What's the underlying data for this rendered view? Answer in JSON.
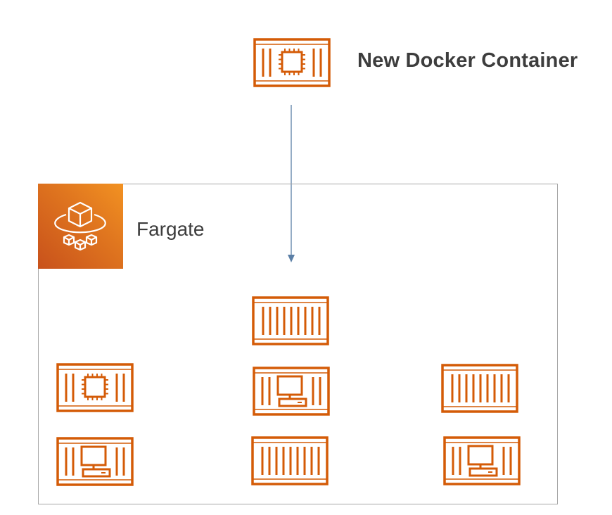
{
  "title": "New Docker Container",
  "fargate": {
    "label": "Fargate",
    "logo_icon": "fargate-icon"
  },
  "colors": {
    "container_orange": "#d45b07",
    "fargate_gradient_start": "#c8511b",
    "fargate_gradient_end": "#f29222",
    "arrow": "#5b7fa6",
    "box_border": "#a6a6a6",
    "text": "#3d3d3d"
  },
  "containers": [
    {
      "id": "new",
      "kind": "chip"
    },
    {
      "id": "top-center",
      "kind": "empty"
    },
    {
      "id": "mid-left",
      "kind": "chip"
    },
    {
      "id": "mid-center",
      "kind": "monitor"
    },
    {
      "id": "mid-right",
      "kind": "empty"
    },
    {
      "id": "bottom-left",
      "kind": "monitor"
    },
    {
      "id": "bottom-center",
      "kind": "empty"
    },
    {
      "id": "bottom-right",
      "kind": "monitor"
    }
  ]
}
